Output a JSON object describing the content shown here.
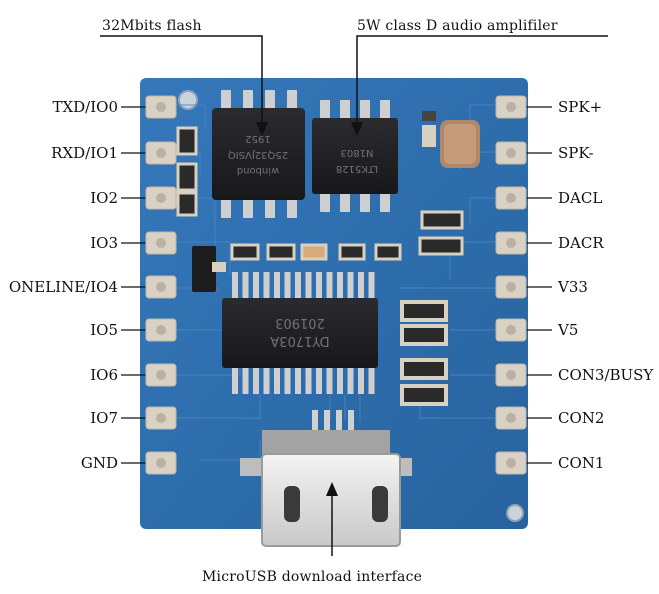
{
  "annotations": {
    "top_left": "32Mbits flash",
    "top_right": "5W class D audio amplifiler",
    "bottom": "MicroUSB download interface"
  },
  "pins_left": [
    "TXD/IO0",
    "RXD/IO1",
    "IO2",
    "IO3",
    "ONELINE/IO4",
    "IO5",
    "IO6",
    "IO7",
    "GND"
  ],
  "pins_right": [
    "SPK+",
    "SPK-",
    "DACL",
    "DACR",
    "V33",
    "V5",
    "CON3/BUSY",
    "CON2",
    "CON1"
  ],
  "chips": {
    "flash_marking": [
      "winbond",
      "25Q32JVSIQ",
      "1952"
    ],
    "amp_marking": [
      "LTK5128",
      "N1803"
    ],
    "main_marking": [
      "DY1703A",
      "201903"
    ]
  },
  "colors": {
    "pcb": "#2f6fb0",
    "pcb_dark": "#245a92",
    "pad": "#d9d2c4",
    "chip": "#1f1f22",
    "label": "#111111"
  }
}
